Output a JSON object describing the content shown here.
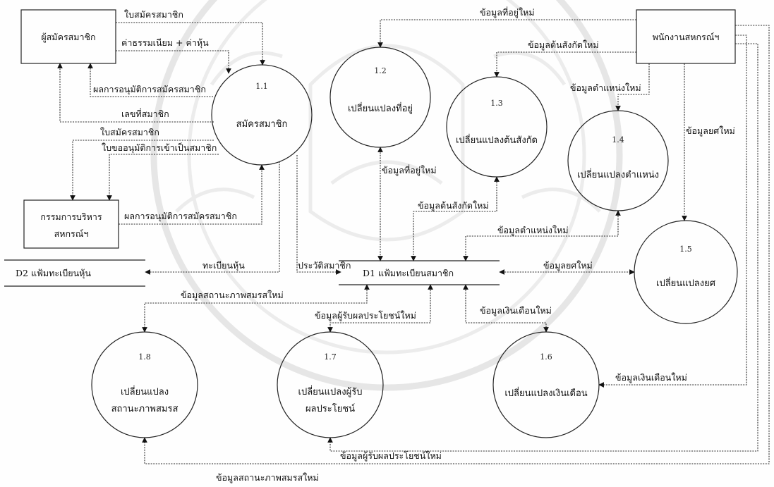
{
  "entities": {
    "applicant": "ผู้สมัครสมาชิก",
    "staff": "พนักงานสหกรณ์ฯ",
    "board_line1": "กรรมการบริหาร",
    "board_line2": "สหกรณ์ฯ"
  },
  "datastores": {
    "d2": "D2 แฟ้มทะเบียนหุ้น",
    "d1": "D1 แฟ้มทะเบียนสมาชิก"
  },
  "processes": [
    {
      "num": "1.1",
      "line1": "สมัครสมาชิก",
      "line2": ""
    },
    {
      "num": "1.2",
      "line1": "เปลี่ยนแปลงที่อยู่",
      "line2": ""
    },
    {
      "num": "1.3",
      "line1": "เปลี่ยนแปลงต้นสังกัด",
      "line2": ""
    },
    {
      "num": "1.4",
      "line1": "เปลี่ยนแปลงตำแหน่ง",
      "line2": ""
    },
    {
      "num": "1.5",
      "line1": "เปลี่ยนแปลงยศ",
      "line2": ""
    },
    {
      "num": "1.6",
      "line1": "เปลี่ยนแปลงเงินเดือน",
      "line2": ""
    },
    {
      "num": "1.7",
      "line1": "เปลี่ยนแปลงผู้รับ",
      "line2": "ผลประโยชน์"
    },
    {
      "num": "1.8",
      "line1": "เปลี่ยนแปลง",
      "line2": "สถานะภาพสมรส"
    }
  ],
  "flows": {
    "application_form_in": "ใบสมัครสมาชิก",
    "fee_share": "ค่าธรรมเนียม + ค่าหุ้น",
    "approval_result_applicant": "ผลการอนุมัติการสมัครสมาชิก",
    "member_no": "เลขที่สมาชิก",
    "application_form_board": "ใบสมัครสมาชิก",
    "request_approval": "ใบขออนุมัติการเข้าเป็นสมาชิก",
    "approval_result_board": "ผลการอนุมัติการสมัครสมาชิก",
    "share_registry": "ทะเบียนหุ้น",
    "member_history": "ประวัติสมาชิก",
    "new_address_top": "ข้อมูลที่อยู่ใหม่",
    "new_address_store": "ข้อมูลที่อยู่ใหม่",
    "new_affiliation_top": "ข้อมูลต้นสังกัดใหม่",
    "new_affiliation_store": "ข้อมูลต้นสังกัดใหม่",
    "new_position_top": "ข้อมูลตำแหน่งใหม่",
    "new_position_store": "ข้อมูลตำแหน่งใหม่",
    "new_rank_top": "ข้อมูลยศใหม่",
    "new_rank_store": "ข้อมูลยศใหม่",
    "new_salary_store": "ข้อมูลเงินเดือนใหม่",
    "new_salary_staff": "ข้อมูลเงินเดือนใหม่",
    "new_beneficiary_store": "ข้อมูลผู้รับผลประโยชน์ใหม่",
    "new_beneficiary_staff": "ข้อมูลผู้รับผลประโยชน์ใหม่",
    "new_marital_store": "ข้อมูลสถานะภาพสมรสใหม่",
    "new_marital_staff": "ข้อมูลสถานะภาพสมรสใหม่"
  }
}
